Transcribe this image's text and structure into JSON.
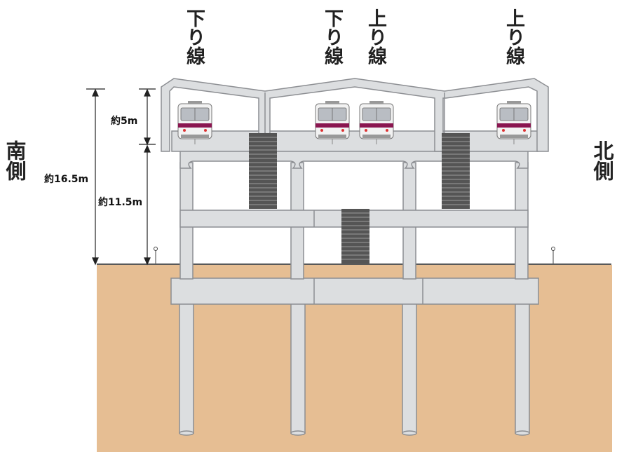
{
  "tracks": [
    {
      "label": "下り線"
    },
    {
      "label": "下り線"
    },
    {
      "label": "上り線"
    },
    {
      "label": "上り線"
    }
  ],
  "sides": {
    "south": "南側",
    "north": "北側"
  },
  "dimensions": {
    "total": "約16.5m",
    "upper": "約5m",
    "lower": "約11.5m"
  },
  "colors": {
    "ground": "#E6BE93",
    "concrete": "#DCDEE0",
    "concrete_edge": "#8C8E92",
    "stairs": "#555555",
    "train_band": "#8A1650",
    "train_body": "#F2F2F2"
  }
}
